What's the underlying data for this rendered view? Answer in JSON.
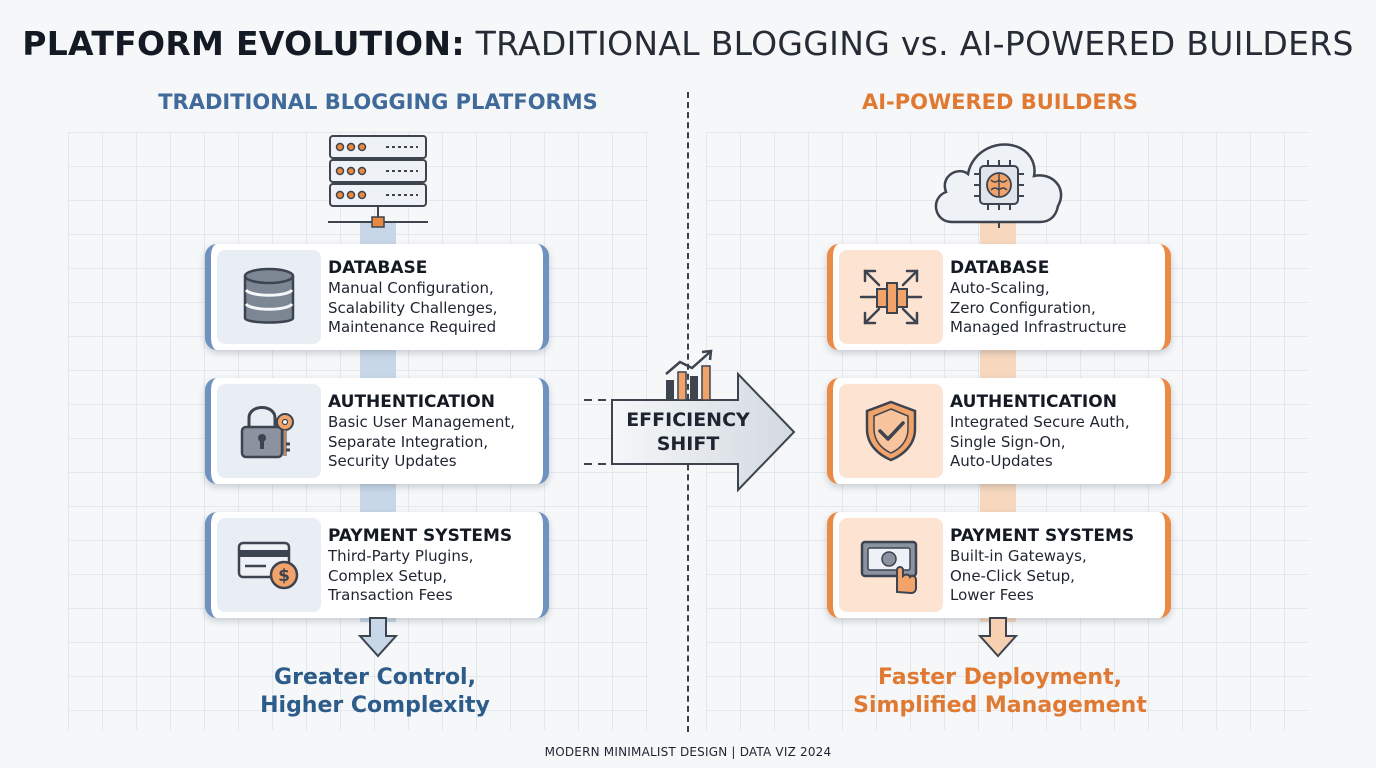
{
  "title": {
    "strong": "PLATFORM EVOLUTION:",
    "light": "TRADITIONAL BLOGGING vs. AI-POWERED BUILDERS"
  },
  "left_column": {
    "heading": "TRADITIONAL BLOGGING PLATFORMS",
    "accent_color": "#6f92bf",
    "top_icon": "server-rack-icon",
    "cards": [
      {
        "icon": "database-icon",
        "title": "DATABASE",
        "lines": [
          "Manual Configuration,",
          "Scalability Challenges,",
          "Maintenance Required"
        ]
      },
      {
        "icon": "padlock-key-icon",
        "title": "AUTHENTICATION",
        "lines": [
          "Basic User Management,",
          "Separate Integration,",
          "Security Updates"
        ]
      },
      {
        "icon": "credit-card-dollar-icon",
        "title": "PAYMENT SYSTEMS",
        "lines": [
          "Third-Party Plugins,",
          "Complex Setup,",
          "Transaction Fees"
        ]
      }
    ],
    "summary": [
      "Greater Control,",
      "Higher Complexity"
    ]
  },
  "right_column": {
    "heading": "AI-POWERED BUILDERS",
    "accent_color": "#eb8a45",
    "top_icon": "cloud-ai-chip-icon",
    "cards": [
      {
        "icon": "auto-scale-arrows-icon",
        "title": "DATABASE",
        "lines": [
          "Auto-Scaling,",
          "Zero Configuration,",
          "Managed Infrastructure"
        ]
      },
      {
        "icon": "shield-check-icon",
        "title": "AUTHENTICATION",
        "lines": [
          "Integrated Secure Auth,",
          "Single Sign-On,",
          "Auto-Updates"
        ]
      },
      {
        "icon": "cash-tap-icon",
        "title": "PAYMENT SYSTEMS",
        "lines": [
          "Built-in Gateways,",
          "One-Click Setup,",
          "Lower Fees"
        ]
      }
    ],
    "summary": [
      "Faster Deployment,",
      "Simplified Management"
    ]
  },
  "center": {
    "arrow_label": [
      "EFFICIENCY",
      "SHIFT"
    ],
    "icon": "growth-chart-icon"
  },
  "footer": "MODERN MINIMALIST DESIGN | DATA VIZ 2024"
}
